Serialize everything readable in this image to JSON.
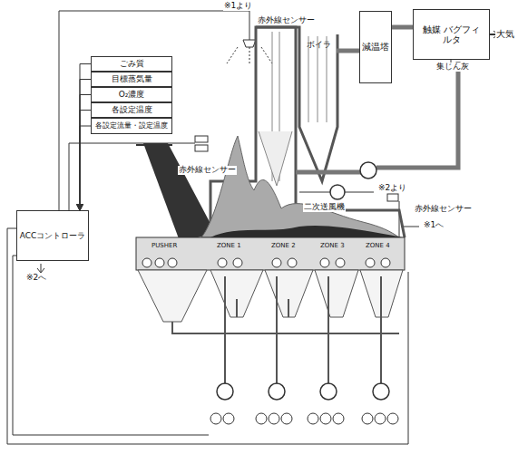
{
  "diagram": {
    "nodes": [
      {
        "text": [
          "ごみ質"
        ]
      },
      {
        "text": [
          "目標蒸気量"
        ]
      },
      {
        "text": [
          "O₂濃度"
        ]
      },
      {
        "text": [
          "各設定温度"
        ]
      },
      {
        "text": [
          "各設定流量・設定温度"
        ]
      },
      {
        "text": [
          "ACCコントローラ"
        ]
      },
      {
        "text": [
          "ボイラ"
        ]
      },
      {
        "text": [
          "減温塔"
        ]
      },
      {
        "text": [
          "触媒 バグフィルタ"
        ]
      }
    ],
    "edges": [
      {
        "from": 0,
        "to": 5,
        "arrow": "to"
      },
      {
        "from": 1,
        "to": 5,
        "arrow": "to"
      },
      {
        "from": 2,
        "to": 5,
        "arrow": "to"
      },
      {
        "from": 3,
        "to": 5,
        "arrow": "to"
      },
      {
        "from": 4,
        "to": 5,
        "arrow": "to"
      },
      {
        "from": 6,
        "to": 7,
        "arrow": "none"
      },
      {
        "from": 7,
        "to": 8,
        "arrow": "none"
      }
    ],
    "labels": [
      "※1より",
      "赤外線センサー",
      "集じん灰",
      "大気",
      "赤外線センサー",
      "※2へ",
      "※2より",
      "二次送風機",
      "赤外線センサー",
      "※1へ",
      "PUSHER",
      "ZONE 1",
      "ZONE 2",
      "ZONE 3",
      "ZONE 4"
    ]
  }
}
